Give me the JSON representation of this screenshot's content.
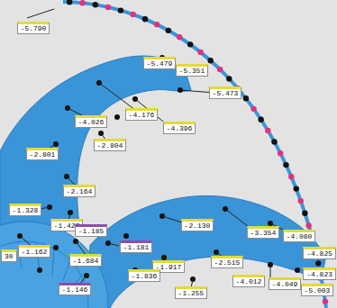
{
  "diagram": {
    "labels": [
      "-5.790",
      "-5.479",
      "-5.351",
      "-5.473",
      "-4.026",
      "-4.176",
      "-4.396",
      "-2.801",
      "-2.804",
      "-2.164",
      "-1.328",
      "-1.427",
      "-1.185",
      "-1.162",
      "-1.684",
      "-1.181",
      "-2.130",
      "-3.354",
      "-4.080",
      "-4.825",
      "-1.917",
      "-2.515",
      "-1.836",
      "-4.012",
      "-4.049",
      "-4.823",
      "-1.255",
      "-1.146",
      "-5.003",
      "30"
    ]
  }
}
